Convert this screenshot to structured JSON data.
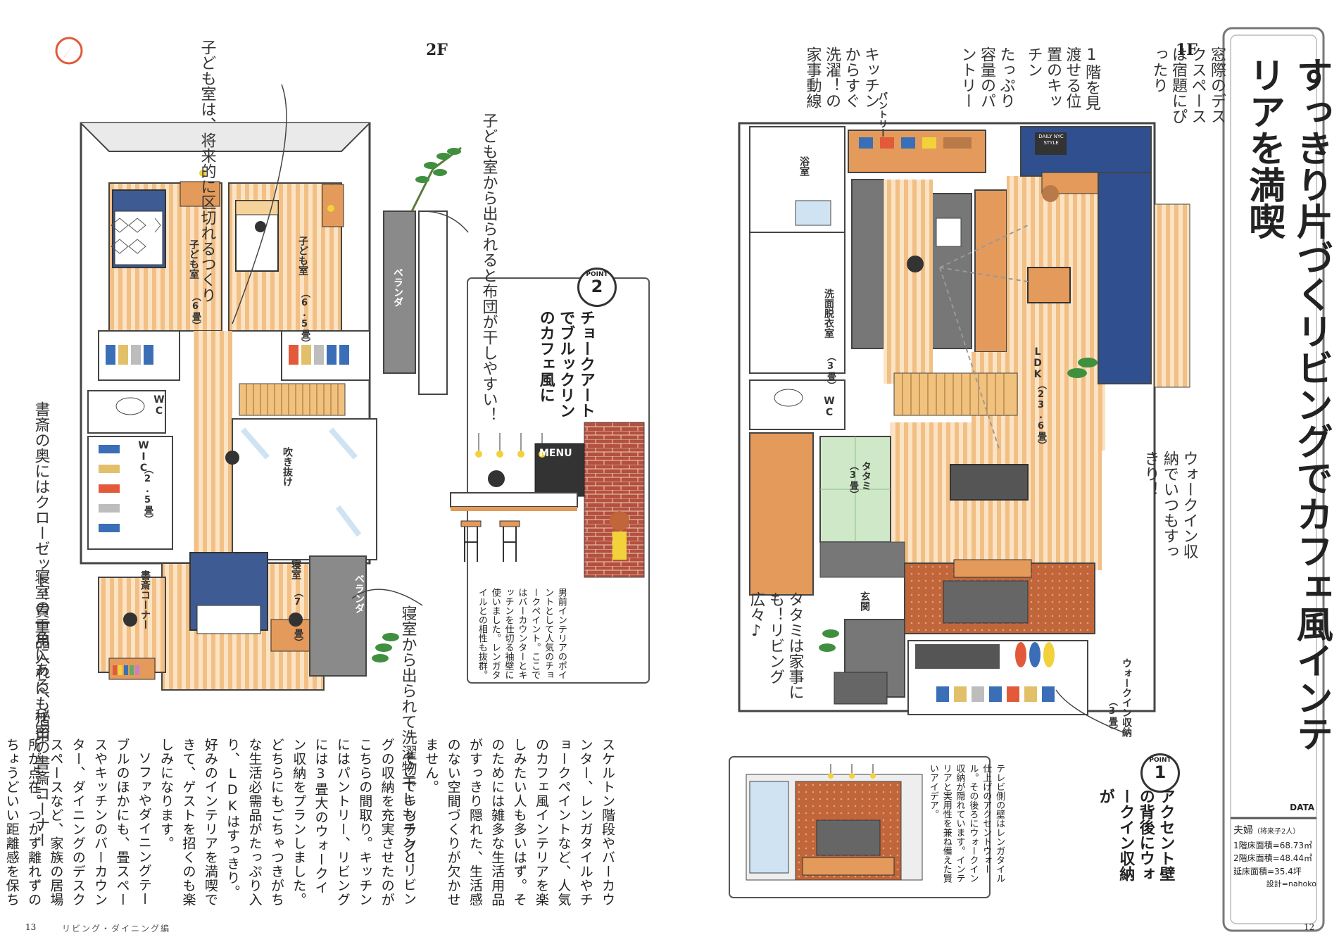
{
  "floor_2f": {
    "label": "2F",
    "rooms": {
      "child1": "子ども室",
      "child1_size": "（6畳）",
      "child2": "子ども室",
      "child2_size": "（6.5畳）",
      "veranda1": "ベランダ",
      "veranda2": "ベランダ",
      "wc": "WC",
      "wic": "WIC",
      "wic_size": "（2.5畳）",
      "fukinuke": "吹き抜け",
      "study": "書斎コーナー",
      "bedroom": "寝室",
      "bedroom_size": "（7.6畳）"
    },
    "notes": {
      "n1": "子ども室は、将来的に区切れるつくり",
      "n2": "子ども室から出られると布団が干しやすい！",
      "n3": "書斎の奥にはクローゼット！貴重品入れにも活用",
      "n4": "寝室の一角にある、秘密の書斎コーナー",
      "n5": "寝室から出られて洗濯物干しもラク！"
    }
  },
  "floor_1f": {
    "label": "1F",
    "rooms": {
      "bath": "浴室",
      "washroom": "洗面脱衣室",
      "washroom_size": "（3畳）",
      "wc": "WC",
      "ldk": "LDK",
      "ldk_size": "（23.6畳）",
      "tatami": "タタミ",
      "tatami_size": "（3畳）",
      "entrance": "玄関",
      "walkin": "ウォークイン収納",
      "walkin_size": "（3畳）",
      "pantry": "パントリー"
    },
    "notes": {
      "n1": "窓際のデスクスペースは宿題にぴったり",
      "n2": "1階を見渡せる位置のキッチン",
      "n3": "たっぷり容量のパントリー",
      "n4": "キッチンからすぐ洗濯！の家事動線",
      "n5": "ウォークイン収納でいつもすっきり！",
      "n6": "タタミは家事にも！リビング広々♪"
    },
    "sign": "DAILY NYC STYLE"
  },
  "point2": {
    "badge_word": "POINT",
    "badge_num": "2",
    "heading": "チョークアートでブルックリンのカフェ風に",
    "menu_sign": "MENU",
    "text": "男前インテリアのポイントとして人気のチョークペイント。ここではバーカウンターとキッチンを仕切る袖壁に使いました。レンガタイルとの相性も抜群。"
  },
  "point1": {
    "badge_word": "POINT",
    "badge_num": "1",
    "heading": "アクセント壁の背後にウォークイン収納が",
    "text": "テレビ側の壁はレンガタイル仕上げのアクセントウォール。その後ろにウォークイン収納が隠れています。インテリアと実用性を兼ね備えた賢いアイデア。"
  },
  "title": "すっきり片づくリビングでカフェ風インテリアを満喫",
  "data_box": {
    "label": "DATA",
    "family": "夫婦",
    "family_note": "（将来子2人）",
    "area1": "1階床面積=68.73㎡",
    "area2": "2階床面積=48.44㎡",
    "total": "延床面積=35.4坪",
    "design": "設計=nahoko"
  },
  "article": [
    "スケルトン階段やバーカウンター、レンガタイルやチョークペイントなど、人気のカフェ風インテリアを楽しみたい人も多いはず。そのためには雑多な生活用品がすっきり隠れた、生活感のない空間づくりが欠かせません。",
    "そこでキッチンとリビングの収納を充実させたのがこちらの間取り。キッチンにはパントリー、リビングには3畳大のウォークイン収納をプランしました。どちらにもごちゃつきがちな生活必需品がたっぷり入り、LDKはすっきり。好みのインテリアを満喫できて、ゲストを招くのも楽しみになります。",
    "ソファやダイニングテーブルのほかにも、畳スペースやキッチンのバーカウンター、ダイニングのデスクスペースなど、家族の居場所が点在。つかず離れずのちょうどいい距離感を保ちながら、好きな場所で自由に過ごせます。"
  ],
  "footer": {
    "left_page": "13",
    "section": "リビング・ダイニング編",
    "right_page": "12"
  },
  "colors": {
    "wood": "#e9a86a",
    "floor_stripe": "#f4c894",
    "blue": "#2f4f8f",
    "brick": "#b5503f",
    "wall": "#555555",
    "window": "#cfe3f3",
    "tatami": "#cfe8c8",
    "green": "#3f8f3f",
    "compass": "#e25a3a"
  }
}
